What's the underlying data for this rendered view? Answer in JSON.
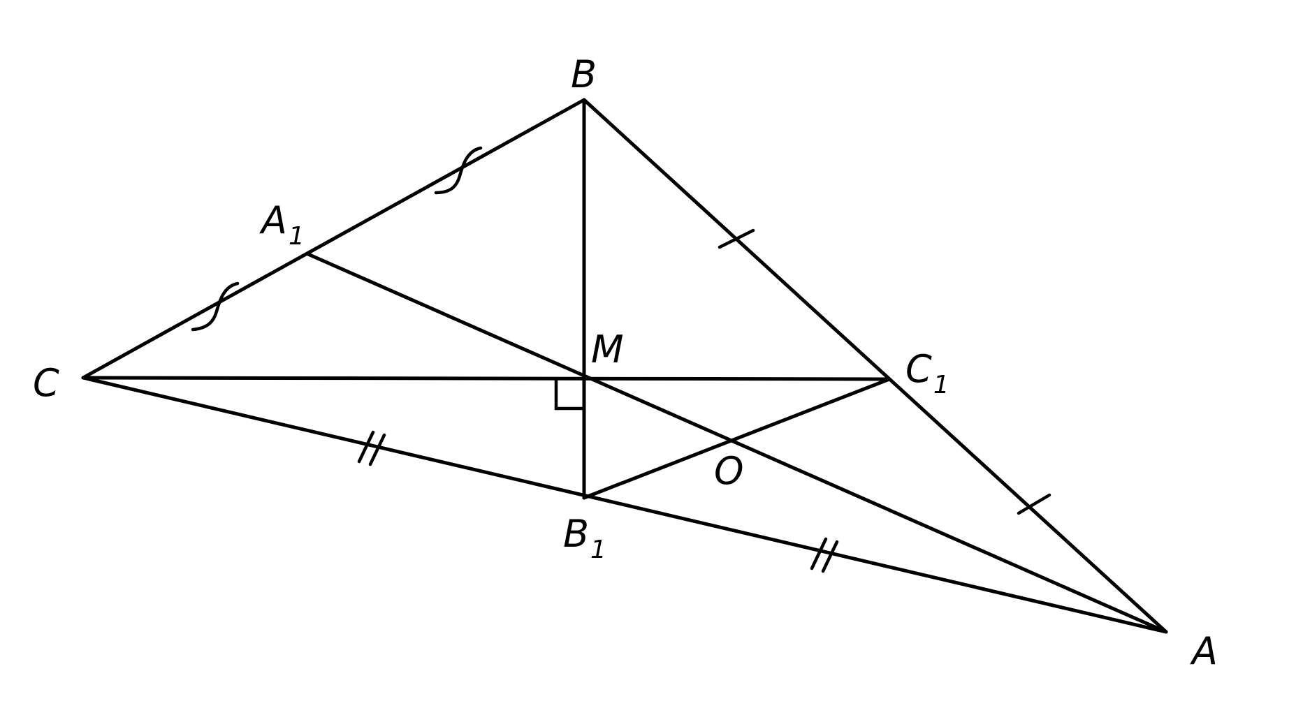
{
  "diagram": {
    "points": {
      "B": {
        "label": "B"
      },
      "A1": {
        "label": "A",
        "sub": "1"
      },
      "M": {
        "label": "M"
      },
      "C": {
        "label": "C"
      },
      "C1": {
        "label": "C",
        "sub": "1"
      },
      "O": {
        "label": "O"
      },
      "B1": {
        "label": "B",
        "sub": "1"
      },
      "A": {
        "label": "A"
      }
    },
    "colors": {
      "stroke": "#000000",
      "background": "#ffffff"
    },
    "marks": {
      "AB": "single-tick",
      "BC": "s-curve",
      "AC": "double-tick",
      "angle_at_M": "right-angle"
    }
  }
}
